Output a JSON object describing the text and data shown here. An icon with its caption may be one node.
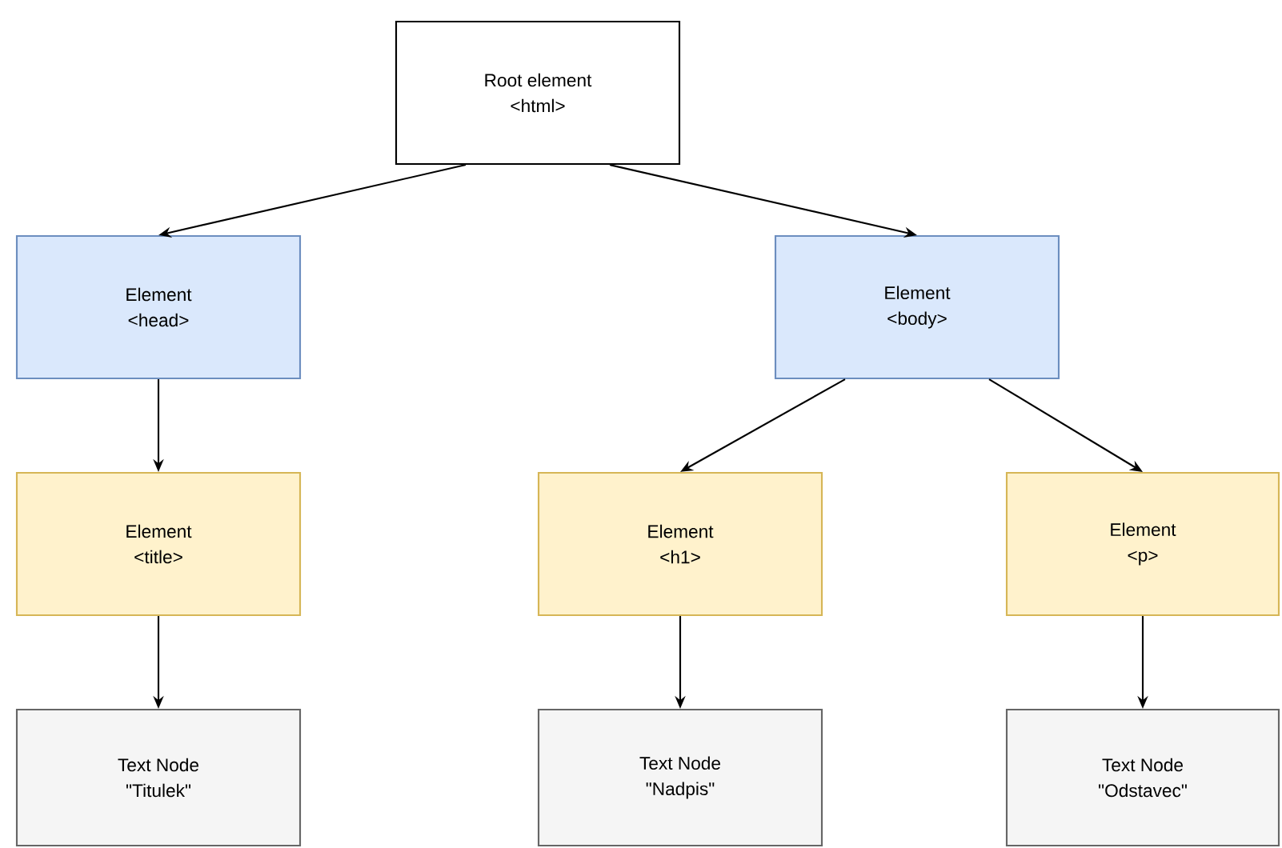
{
  "diagram": {
    "nodes": [
      {
        "text": [
          "Root element",
          "<html>"
        ]
      },
      {
        "text": [
          "Element",
          "<head>"
        ]
      },
      {
        "text": [
          "Element",
          "<body>"
        ]
      },
      {
        "text": [
          "Element",
          "<title>"
        ]
      },
      {
        "text": [
          "Element",
          "<h1>"
        ]
      },
      {
        "text": [
          "Element",
          "<p>"
        ]
      },
      {
        "text": [
          "Text Node",
          "\"Titulek\""
        ]
      },
      {
        "text": [
          "Text Node",
          "\"Nadpis\""
        ]
      },
      {
        "text": [
          "Text Node",
          "\"Odstavec\""
        ]
      }
    ],
    "edges": [
      {
        "from": 0,
        "to": 1,
        "arrow": "to"
      },
      {
        "from": 0,
        "to": 2,
        "arrow": "to"
      },
      {
        "from": 1,
        "to": 3,
        "arrow": "to"
      },
      {
        "from": 2,
        "to": 4,
        "arrow": "to"
      },
      {
        "from": 2,
        "to": 5,
        "arrow": "to"
      },
      {
        "from": 3,
        "to": 6,
        "arrow": "to"
      },
      {
        "from": 4,
        "to": 7,
        "arrow": "to"
      },
      {
        "from": 5,
        "to": 8,
        "arrow": "to"
      }
    ]
  }
}
